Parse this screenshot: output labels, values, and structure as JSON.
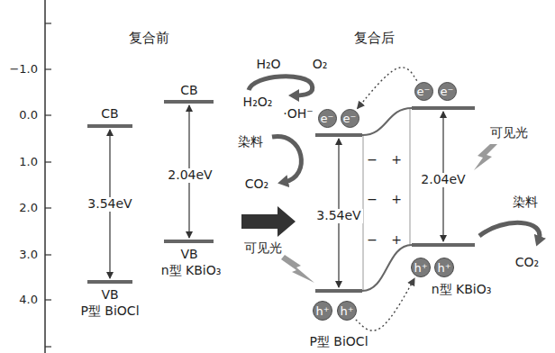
{
  "diagram": {
    "nodes": [
      {
        "text": [
          "e⁻"
        ]
      },
      {
        "text": [
          "e⁻"
        ]
      },
      {
        "text": [
          "e⁻"
        ]
      },
      {
        "text": [
          "e⁻"
        ]
      },
      {
        "text": [
          "h⁺"
        ]
      },
      {
        "text": [
          "h⁺"
        ]
      },
      {
        "text": [
          "h⁺"
        ]
      },
      {
        "text": [
          "h⁺"
        ]
      }
    ],
    "edges": [
      {
        "from": 0,
        "to": 3,
        "arrow": "to"
      },
      {
        "from": 7,
        "to": 4,
        "arrow": "to"
      }
    ],
    "labels": [
      "复合前",
      "复合后",
      "−1.0",
      "0.0",
      "1.0",
      "2.0",
      "3.0",
      "4.0",
      "CB",
      "3.54eV",
      "VB",
      "P型 BiOCl",
      "CB",
      "2.04eV",
      "VB",
      "n型 KBiO₃",
      "H₂O",
      "O₂",
      "H₂O₂",
      "·OH⁻",
      "染料",
      "CO₂",
      "可见光",
      "3.54eV",
      "P型 BiOCl",
      "可见光",
      "2.04eV",
      "染料",
      "CO₂",
      "n型 KBiO₃",
      "−",
      "+",
      "−",
      "+",
      "−",
      "+"
    ]
  }
}
